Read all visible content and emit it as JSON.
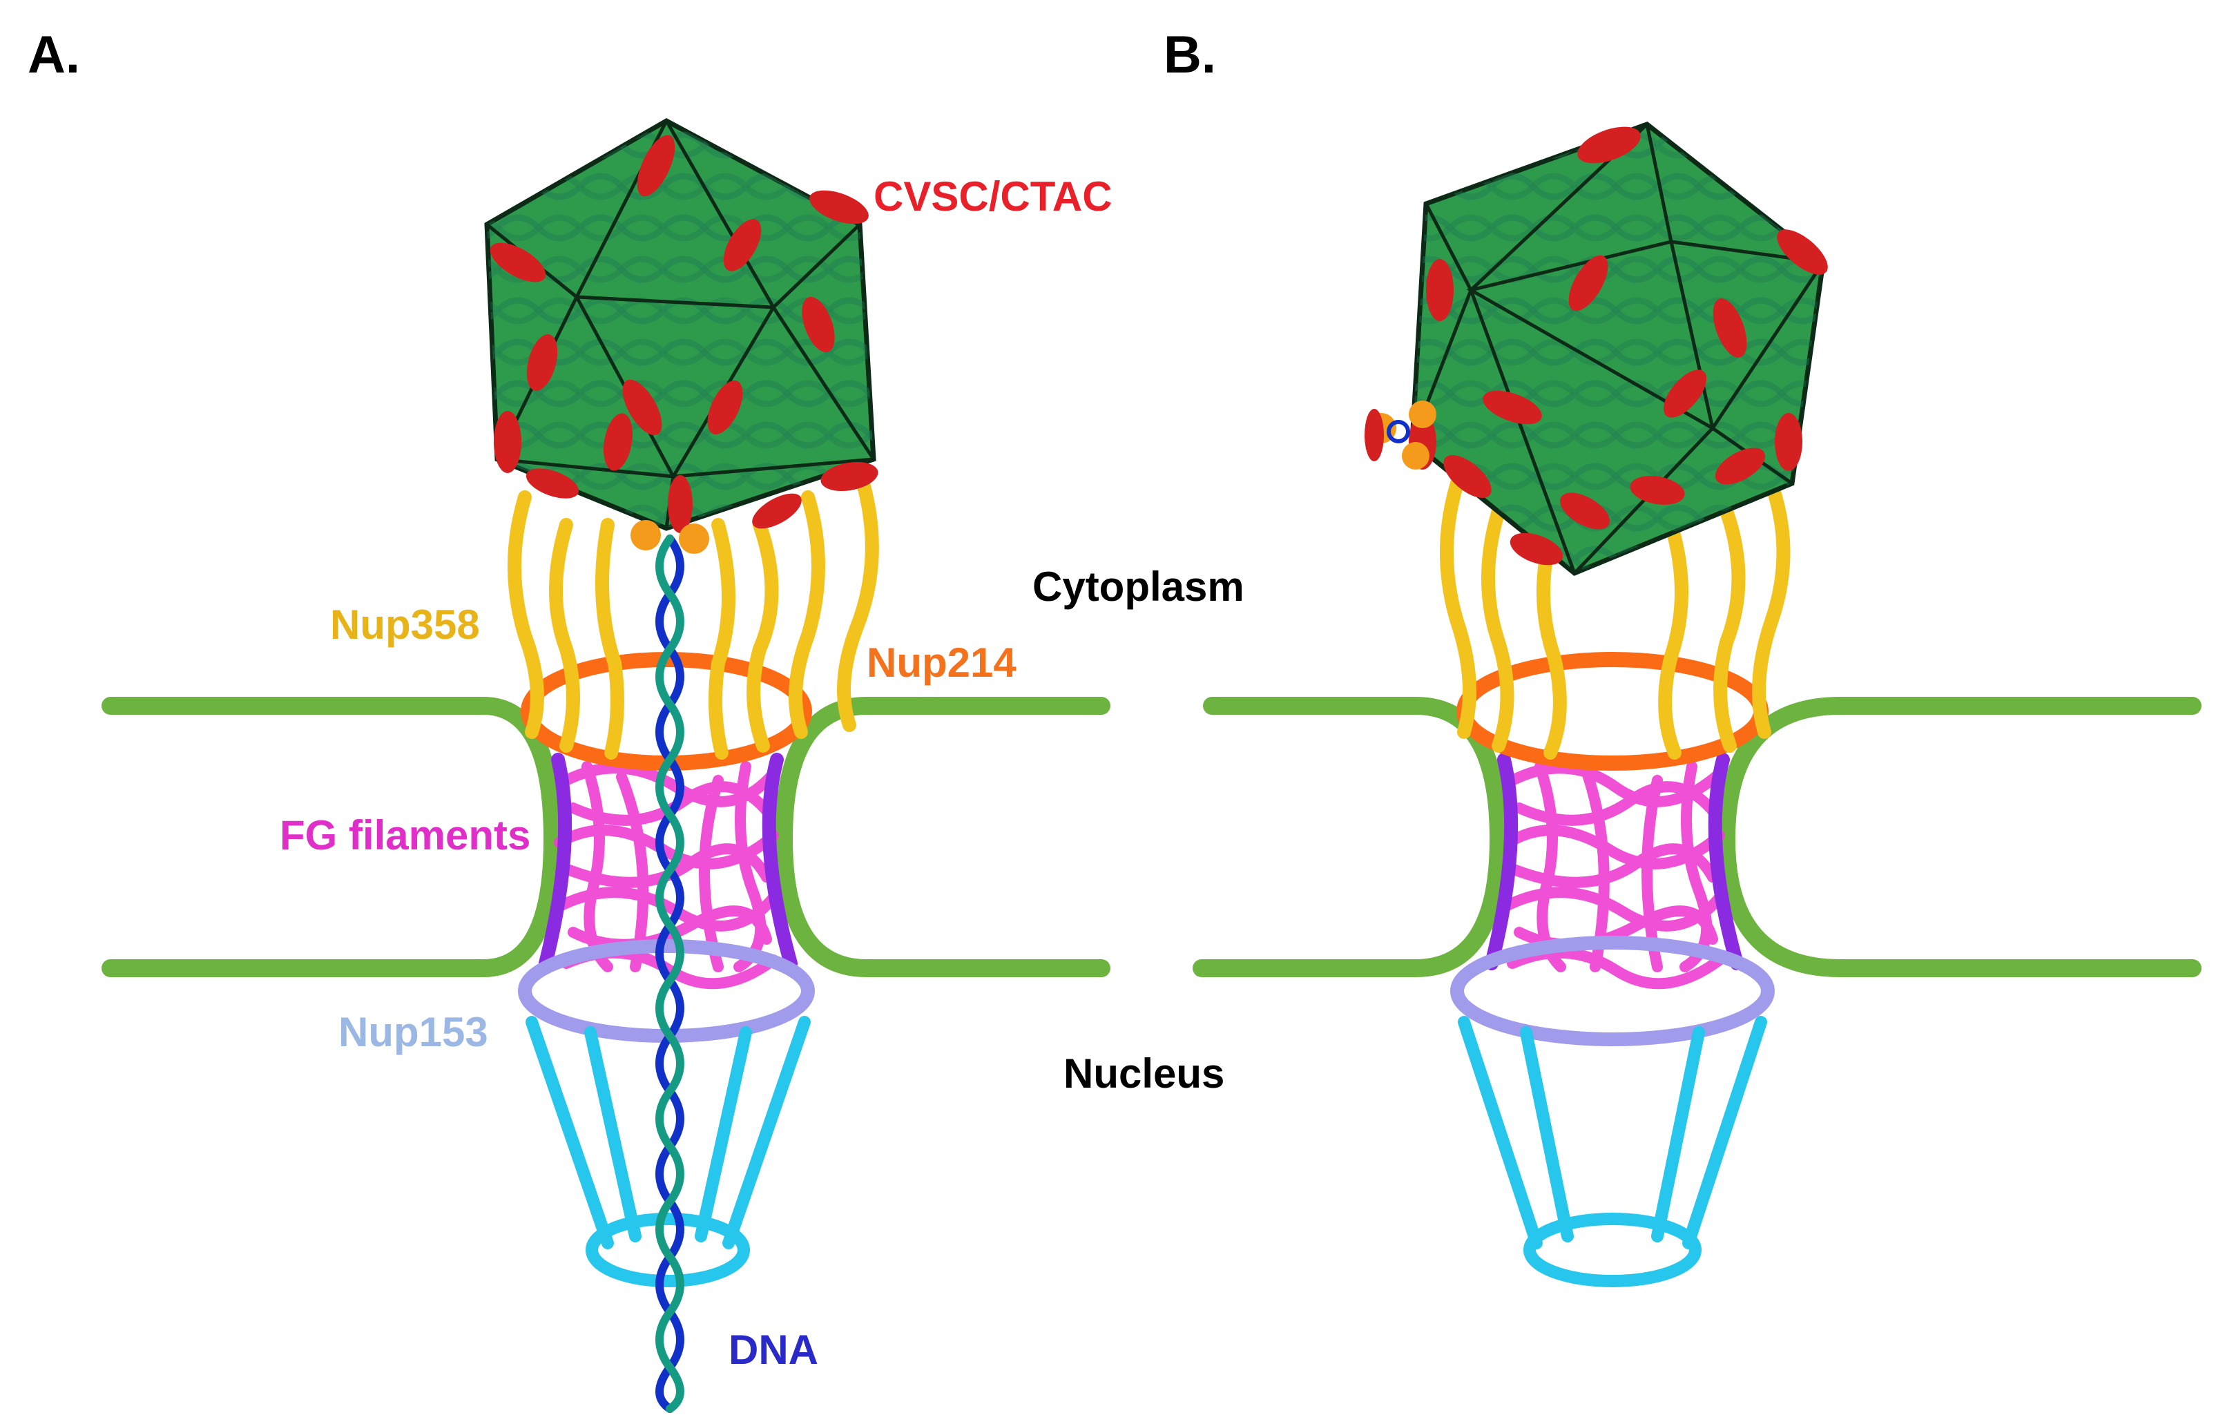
{
  "panels": [
    {
      "label": "A."
    },
    {
      "label": "B."
    }
  ],
  "labels": {
    "cvsc": "CVSC/CTAC",
    "cytoplasm": "Cytoplasm",
    "nup358": "Nup358",
    "nup214": "Nup214",
    "fg": "FG filaments",
    "nup153": "Nup153",
    "nucleus": "Nucleus",
    "dna": "DNA"
  },
  "colors": {
    "capsid": "#2e9a4c",
    "capsid_edge": "#0d2a17",
    "capsid_dna": "#1d7a52",
    "cvsc": "#d42020",
    "cvsc_label": "#e8202a",
    "nup358": "#f2c21d",
    "nup358_label": "#e8b319",
    "nup214": "#fb6a14",
    "nup214_label": "#f4721c",
    "fg": "#ef3ed2",
    "fg_label": "#e02ec8",
    "fg_wall": "#8a2be2",
    "nup153": "#a09bea",
    "nup153_label": "#9bb7e3",
    "basket": "#27c6ec",
    "membrane": "#6db33f",
    "dna_blue": "#1030c8",
    "dna_teal": "#159a84",
    "dna_label": "#2a2ac8",
    "text_dark": "#000000"
  }
}
